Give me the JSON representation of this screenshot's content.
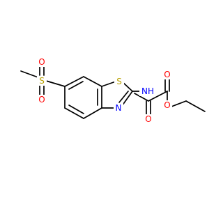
{
  "molecule": {
    "atoms": {
      "S_sulfonyl": {
        "label": "S",
        "color": "#b8a000"
      },
      "O_sulfonyl_top": {
        "label": "O",
        "color": "#ff0000"
      },
      "O_sulfonyl_bottom": {
        "label": "O",
        "color": "#ff0000"
      },
      "S_thiazole": {
        "label": "S",
        "color": "#b8a000"
      },
      "N_thiazole": {
        "label": "N",
        "color": "#0000ff"
      },
      "NH": {
        "label": "NH",
        "color": "#0000ff"
      },
      "O_amide": {
        "label": "O",
        "color": "#ff0000"
      },
      "O_carbonyl": {
        "label": "O",
        "color": "#ff0000"
      },
      "O_ester": {
        "label": "O",
        "color": "#ff0000"
      }
    },
    "bond_color": "#000000"
  }
}
